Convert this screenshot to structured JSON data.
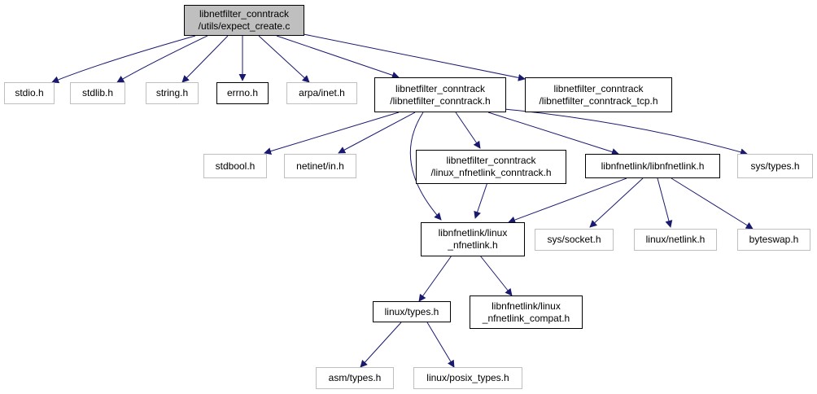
{
  "graph": {
    "root": {
      "line1": "libnetfilter_conntrack",
      "line2": "/utils/expect_create.c"
    },
    "stdio": "stdio.h",
    "stdlib": "stdlib.h",
    "string": "string.h",
    "errno": "errno.h",
    "arpa_inet": "arpa/inet.h",
    "lnc": {
      "line1": "libnetfilter_conntrack",
      "line2": "/libnetfilter_conntrack.h"
    },
    "lnc_tcp": {
      "line1": "libnetfilter_conntrack",
      "line2": "/libnetfilter_conntrack_tcp.h"
    },
    "stdbool": "stdbool.h",
    "netinet_in": "netinet/in.h",
    "linux_nfnetlink_conntrack": {
      "line1": "libnetfilter_conntrack",
      "line2": "/linux_nfnetlink_conntrack.h"
    },
    "libnfnetlink": "libnfnetlink/libnfnetlink.h",
    "sys_types": "sys/types.h",
    "linux_nfnetlink": {
      "line1": "libnfnetlink/linux",
      "line2": "_nfnetlink.h"
    },
    "sys_socket": "sys/socket.h",
    "linux_netlink": "linux/netlink.h",
    "byteswap": "byteswap.h",
    "linux_types": "linux/types.h",
    "linux_nfnetlink_compat": {
      "line1": "libnfnetlink/linux",
      "line2": "_nfnetlink_compat.h"
    },
    "asm_types": "asm/types.h",
    "linux_posix_types": "linux/posix_types.h"
  },
  "colors": {
    "edge": "#191970",
    "external_border": "#bfbfbf",
    "root_fill": "#bfbfbf"
  }
}
